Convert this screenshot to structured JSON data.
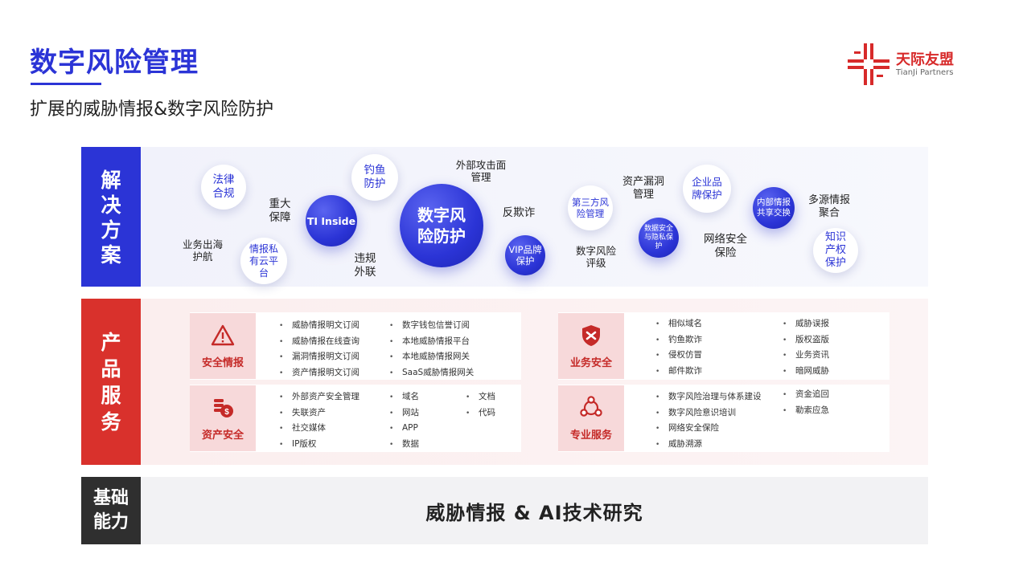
{
  "header": {
    "title": "数字风险管理",
    "subtitle": "扩展的威胁情报&数字风险防护",
    "logo_cn": "天际友盟",
    "logo_en": "TianJi Partners"
  },
  "rows": {
    "solutions": "解决方案",
    "products": "产品服务",
    "foundation": "基础能力"
  },
  "solutions": {
    "law": "法律合规",
    "phishing": "钓鱼防护",
    "protect_ext": "外部攻击面管理",
    "heavy": "重大保障",
    "ti_inside": "TI Inside",
    "digital_risk": "数字风险防护",
    "anti_fraud": "反欺诈",
    "overseas": "业务出海护航",
    "private_cloud": "情报私有云平台",
    "violation": "违规外联",
    "vip": "VIP品牌保护",
    "third_party": "第三方风险管理",
    "asset_vuln": "资产漏洞管理",
    "brand": "企业品牌保护",
    "intel_share": "内部情报共享交换",
    "multi_source": "多源情报聚合",
    "risk_rating": "数字风险评级",
    "data_privacy": "数据安全与隐私保护",
    "net_insurance": "网络安全保险",
    "ip_protect": "知识产权保护"
  },
  "products": {
    "security_intel": {
      "name": "安全情报",
      "col1": [
        "威胁情报明文订阅",
        "威胁情报在线查询",
        "漏洞情报明文订阅",
        "资产情报明文订阅"
      ],
      "col2": [
        "数字钱包信誉订阅",
        "本地威胁情报平台",
        "本地威胁情报网关",
        "SaaS威胁情报网关"
      ]
    },
    "asset_security": {
      "name": "资产安全",
      "col1": [
        "外部资产安全管理",
        "失联资产",
        "社交媒体",
        "IP版权"
      ],
      "col2": [
        "域名",
        "网站",
        "APP",
        "数据"
      ],
      "col3": [
        "文档",
        "代码"
      ]
    },
    "business_security": {
      "name": "业务安全",
      "col1": [
        "相似域名",
        "钓鱼欺诈",
        "侵权仿冒",
        "邮件欺诈"
      ],
      "col2": [
        "威胁误报",
        "版权盗版",
        "业务资讯",
        "暗网威胁"
      ]
    },
    "pro_service": {
      "name": "专业服务",
      "col1": [
        "数字风险治理与体系建设",
        "数字风险意识培训",
        "网络安全保险",
        "威胁溯源"
      ],
      "col2": [
        "资金追回",
        "勒索应急"
      ]
    }
  },
  "foundation": {
    "text": "威胁情报 & AI技术研究"
  },
  "colors": {
    "brand_blue": "#2b34d6",
    "brand_red": "#d9312c",
    "dark": "#2f2f2f"
  },
  "icons": {
    "security_intel": "warning-triangle-icon",
    "asset_security": "coin-shield-icon",
    "business_security": "shield-icon",
    "pro_service": "network-icon"
  }
}
